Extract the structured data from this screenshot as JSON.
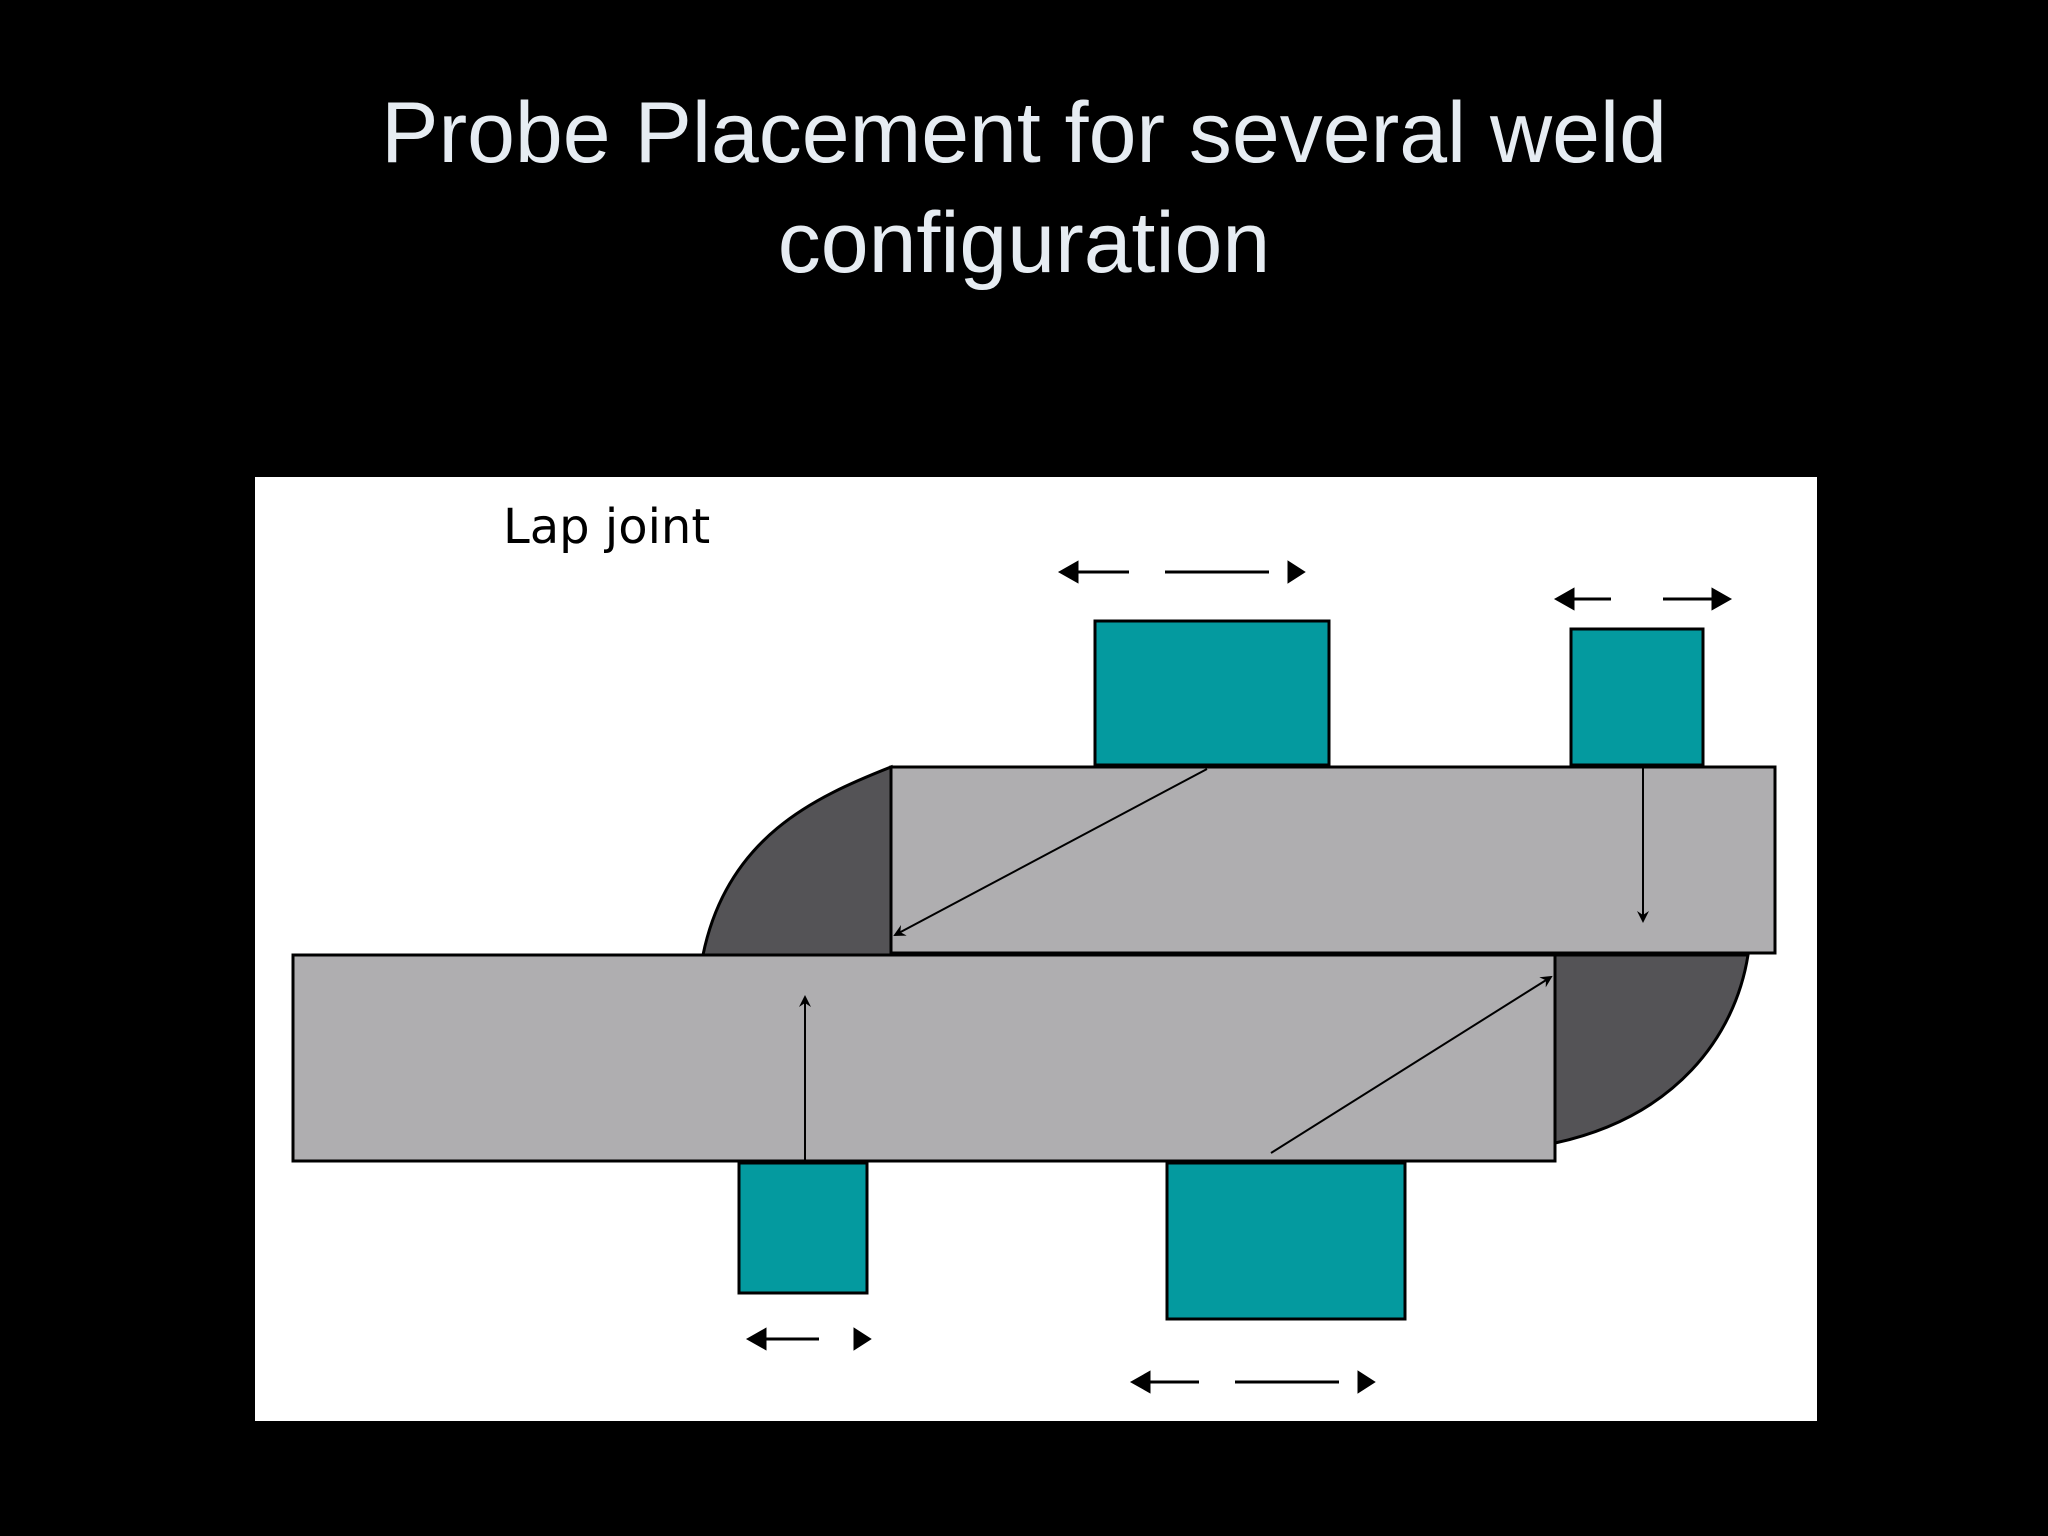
{
  "slide": {
    "title_line1": "Probe Placement for several weld",
    "title_line2": "configuration"
  },
  "diagram": {
    "label": "Lap joint",
    "colors": {
      "background": "#000000",
      "panel": "#ffffff",
      "plate": "#afaeb0",
      "weld": "#545356",
      "probe": "#049a9f",
      "outline": "#000000",
      "title_text": "#e6ecf2"
    },
    "icons": [
      "scan-direction-arrow-icon",
      "sound-beam-arrow-icon"
    ]
  }
}
